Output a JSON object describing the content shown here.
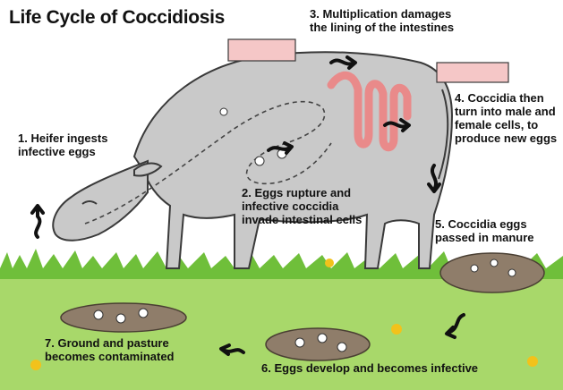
{
  "title": "Life Cycle of Coccidiosis",
  "steps": [
    {
      "line1": "1. Heifer ingests",
      "line2": "infective eggs"
    },
    {
      "line1": "2. Eggs rupture and",
      "line2": "infective coccidia",
      "line3": "invade intestinal cells"
    },
    {
      "line1": "3. Multiplication damages",
      "line2": "the lining of the intestines"
    },
    {
      "line1": "4. Coccidia then",
      "line2": "turn into male and",
      "line3": "female cells, to",
      "line4": "produce new eggs"
    },
    {
      "line1": "5. Coccidia eggs",
      "line2": "passed in manure"
    },
    {
      "line1": "6. Eggs develop and becomes infective"
    },
    {
      "line1": "7. Ground and pasture",
      "line2": "becomes contaminated"
    }
  ],
  "colors": {
    "cow": "#c9c9c9",
    "cow_outline": "#3a3a3a",
    "intestine": "#e98a8a",
    "grass": "#6fbf3a",
    "ground": "#a8d86a",
    "manure": "#8f7d6a",
    "flower": "#f2c21b"
  }
}
